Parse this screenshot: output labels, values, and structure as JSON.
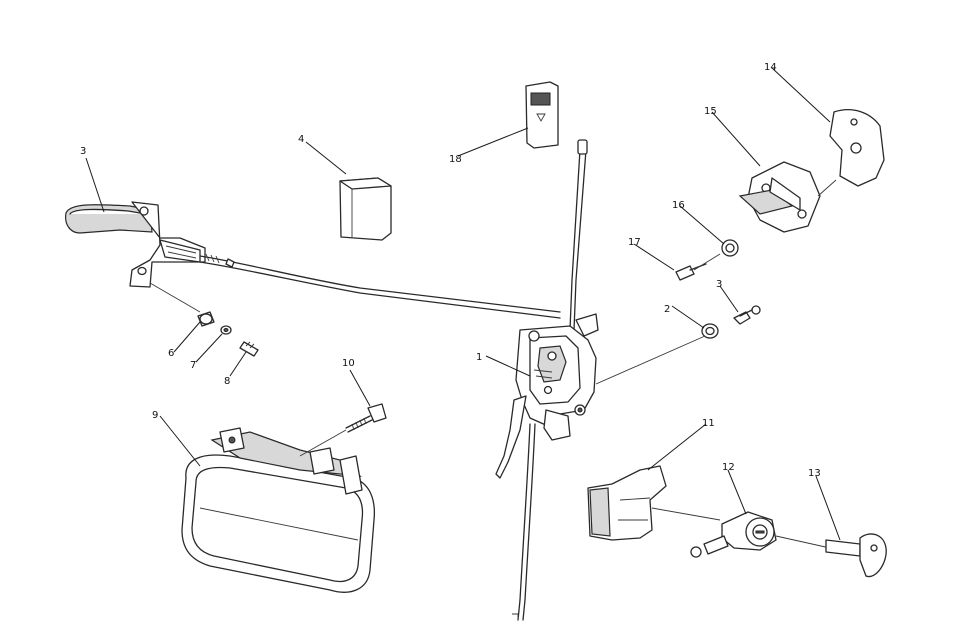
{
  "callouts": {
    "c1": "1",
    "c2": "2",
    "c3a": "3",
    "c3b": "3",
    "c4": "4",
    "c6": "6",
    "c7": "7",
    "c8": "8",
    "c9": "9",
    "c10": "10",
    "c11": "11",
    "c12": "12",
    "c13": "13",
    "c14": "14",
    "c15": "15",
    "c16": "16",
    "c17": "17",
    "c18": "18"
  }
}
